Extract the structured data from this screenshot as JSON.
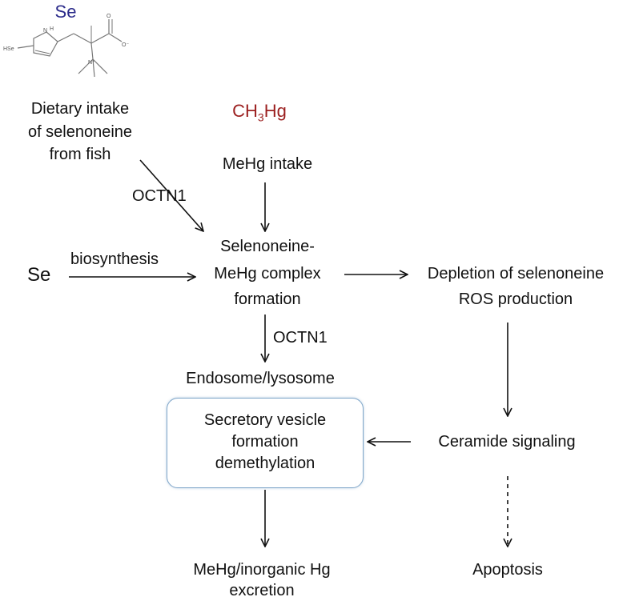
{
  "molecule": {
    "title": "Se",
    "atom_labels": [
      "HSe",
      "N",
      "H",
      "O",
      "O⁻",
      "N⁺"
    ]
  },
  "nodes": {
    "dietary_intake": [
      "Dietary intake",
      "of selenoneine",
      "from fish"
    ],
    "ch3hg": {
      "main": "CH",
      "sub": "3",
      "tail": "Hg"
    },
    "mehg_intake": "MeHg intake",
    "se_source": "Se",
    "complex": [
      "Selenoneine-",
      "MeHg complex",
      "formation"
    ],
    "depletion": [
      "Depletion of selenoneine",
      "ROS production"
    ],
    "endosome": "Endosome/lysosome",
    "secretory": [
      "Secretory vesicle",
      "formation",
      "demethylation"
    ],
    "ceramide": "Ceramide signaling",
    "excretion": [
      "MeHg/inorganic Hg",
      "excretion"
    ],
    "apoptosis": "Apoptosis"
  },
  "edge_labels": {
    "octn1_upper": "OCTN1",
    "biosynthesis": "biosynthesis",
    "octn1_lower": "OCTN1"
  },
  "colors": {
    "se_title": "#2a2a8a",
    "ch3hg": "#9b1f1f",
    "box_border": "#7fa6c9",
    "arrow": "#111111"
  }
}
